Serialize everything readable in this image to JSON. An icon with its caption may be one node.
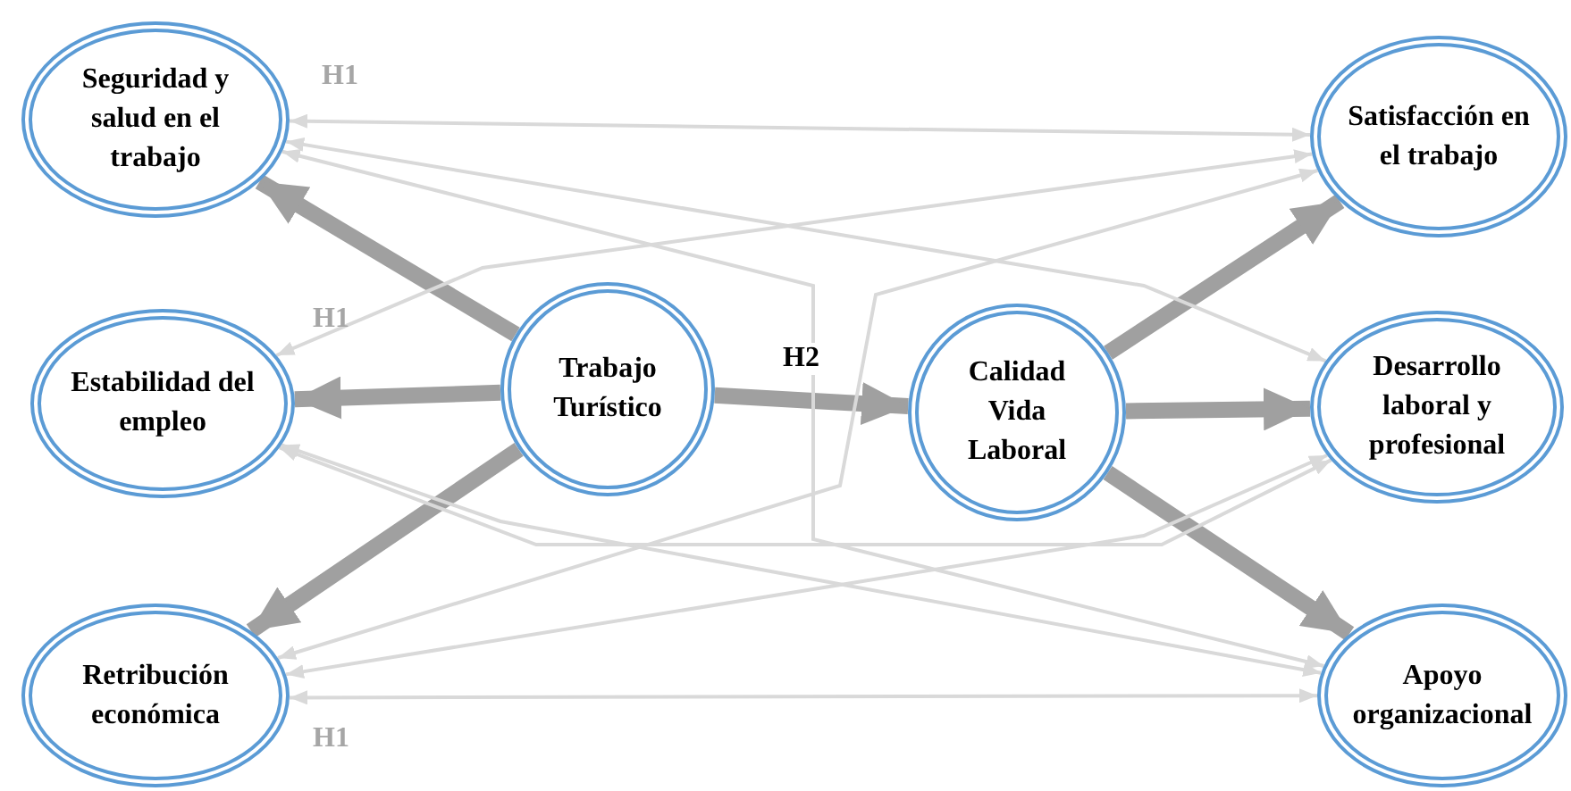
{
  "diagram": {
    "nodes": [
      {
        "text": [
          "Seguridad y salud en el trabajo"
        ]
      },
      {
        "text": [
          "Satisfacción en el trabajo"
        ]
      },
      {
        "text": [
          "Estabilidad del empleo"
        ]
      },
      {
        "text": [
          "Trabajo Turístico"
        ]
      },
      {
        "text": [
          "Calidad Vida Laboral"
        ]
      },
      {
        "text": [
          "Desarrollo laboral y profesional"
        ]
      },
      {
        "text": [
          "Retribución económica"
        ]
      },
      {
        "text": [
          "Apoyo organizacional"
        ]
      }
    ],
    "edges": [
      {
        "from": 3,
        "to": 0,
        "arrow": "to",
        "style": "thick",
        "color": "#a0a0a0"
      },
      {
        "from": 3,
        "to": 2,
        "arrow": "to",
        "style": "thick",
        "color": "#a0a0a0"
      },
      {
        "from": 3,
        "to": 6,
        "arrow": "to",
        "style": "thick",
        "color": "#a0a0a0"
      },
      {
        "from": 3,
        "to": 4,
        "arrow": "to",
        "label": "H2",
        "style": "thick",
        "color": "#a0a0a0"
      },
      {
        "from": 4,
        "to": 1,
        "arrow": "to",
        "style": "thick",
        "color": "#a0a0a0"
      },
      {
        "from": 4,
        "to": 5,
        "arrow": "to",
        "style": "thick",
        "color": "#a0a0a0"
      },
      {
        "from": 4,
        "to": 7,
        "arrow": "to",
        "style": "thick",
        "color": "#a0a0a0"
      },
      {
        "from": 0,
        "to": 1,
        "arrow": "both"
      },
      {
        "from": 0,
        "to": 5,
        "arrow": "both"
      },
      {
        "from": 0,
        "to": 7,
        "arrow": "both"
      },
      {
        "from": 2,
        "to": 1,
        "arrow": "both"
      },
      {
        "from": 2,
        "to": 5,
        "arrow": "both"
      },
      {
        "from": 2,
        "to": 7,
        "arrow": "both"
      },
      {
        "from": 6,
        "to": 1,
        "arrow": "both"
      },
      {
        "from": 6,
        "to": 5,
        "arrow": "both"
      },
      {
        "from": 6,
        "to": 7,
        "arrow": "both"
      }
    ],
    "labels": [
      "H1",
      "H1",
      "H1"
    ]
  }
}
